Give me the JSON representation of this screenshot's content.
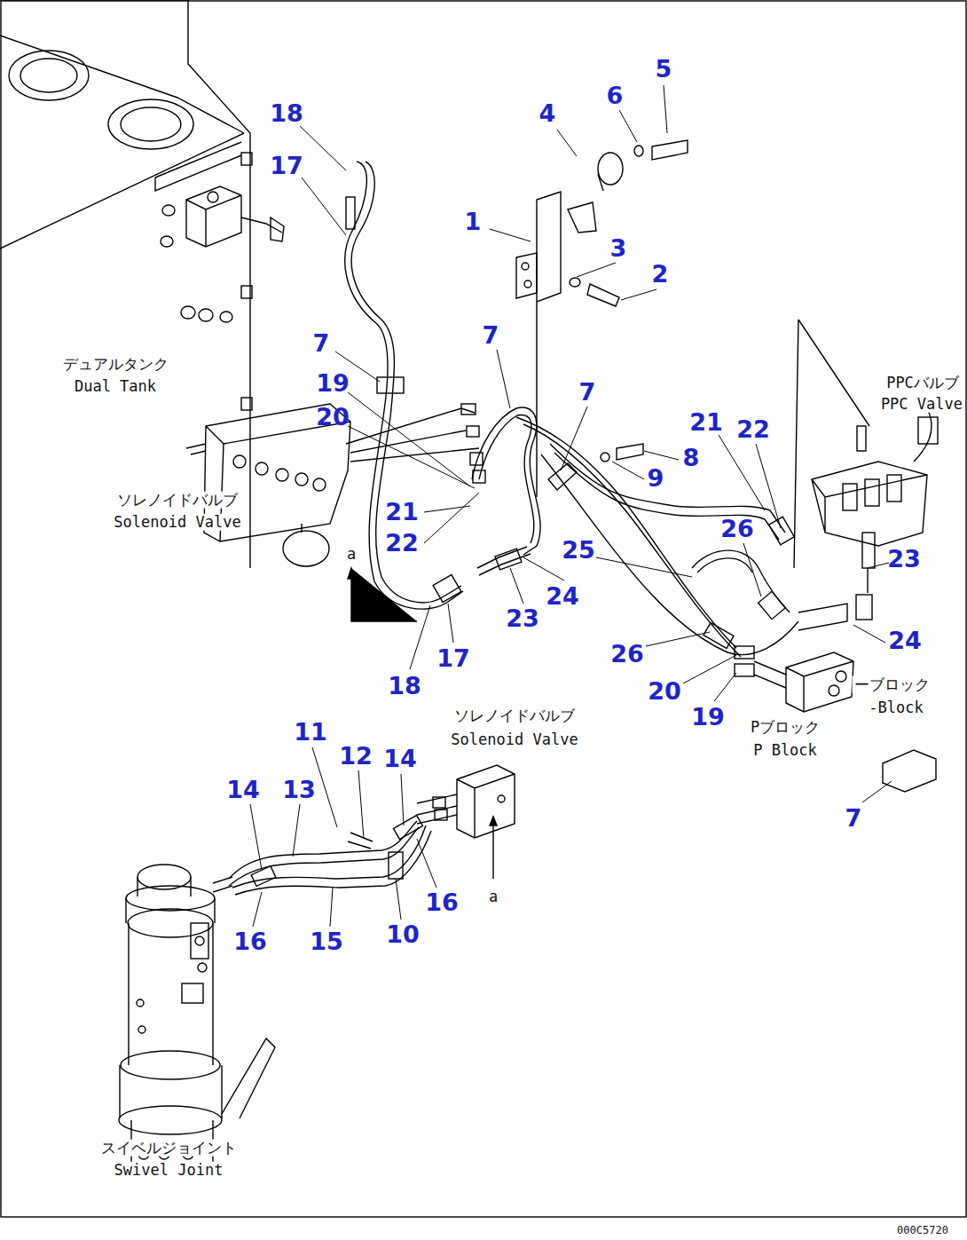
{
  "diagram": {
    "labels": [
      "18",
      "17",
      "4",
      "6",
      "5",
      "1",
      "3",
      "2",
      "7",
      "19",
      "20",
      "7",
      "7",
      "21",
      "22",
      "8",
      "9",
      "21",
      "22",
      "26",
      "25",
      "23",
      "24",
      "23",
      "26",
      "24",
      "18",
      "17",
      "20",
      "19",
      "7",
      "11",
      "12",
      "14",
      "14",
      "13",
      "16",
      "16",
      "15",
      "10",
      "a",
      "a",
      "デュアルタンク",
      "Dual Tank",
      "ソレノイドバルブ",
      "Solenoid Valve",
      "PPCバルブ",
      "PPC Valve",
      "ーブロック",
      "-Block",
      "Pブロック",
      "P Block",
      "ソレノイドバルブ",
      "Solenoid Valve",
      "スイベルジョイント",
      "Swivel Joint",
      "000C5720"
    ]
  }
}
